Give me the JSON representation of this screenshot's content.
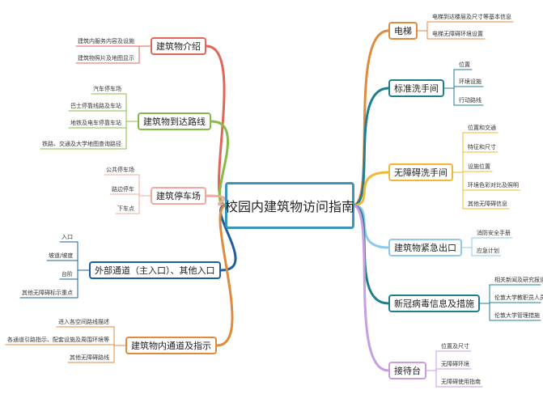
{
  "center": "校园内建筑物访问指南",
  "left": [
    {
      "label": "建筑物介绍",
      "color": "#e0665a",
      "items": [
        "建筑内服务内容及设施",
        "建筑物照片及地图显示"
      ]
    },
    {
      "label": "建筑物到达路线",
      "color": "#86bc45",
      "items": [
        "汽车停车场",
        "巴士停靠线路及车站",
        "地铁及电车停靠车站",
        "铁路、交通及大学地图查询路径"
      ]
    },
    {
      "label": "建筑停车场",
      "color": "#f4a9a0",
      "items": [
        "公共停车场",
        "路边停车",
        "下车点"
      ]
    },
    {
      "label": "外部通道（主入口）、其他入口",
      "color": "#1e5e9e",
      "items": [
        "入口",
        "坡道/坡度",
        "台阶",
        "其他无障碍标示重点"
      ]
    },
    {
      "label": "建筑物内通道及指示",
      "color": "#e08a3c",
      "items": [
        "进入各空间路线描述",
        "各通道引路指示、配套设施及周围环境等",
        "其他无障碍路线"
      ]
    }
  ],
  "right": [
    {
      "label": "电梯",
      "color": "#e08a3c",
      "items": [
        "电梯到达楼层及尺寸等基本信息",
        "电梯无障碍环境设置"
      ]
    },
    {
      "label": "标准洗手间",
      "color": "#1f7f8f",
      "items": [
        "位置",
        "环境设施",
        "行动路线"
      ]
    },
    {
      "label": "无障碍洗手间",
      "color": "#f2b733",
      "items": [
        "位置和交通",
        "特征和尺寸",
        "设施位置",
        "环境色彩对比及照明",
        "其他无障碍信息"
      ]
    },
    {
      "label": "建筑物紧急出口",
      "color": "#8fc8ec",
      "items": [
        "消防安全手册",
        "应急计划"
      ]
    },
    {
      "label": "新冠病毒信息及措施",
      "color": "#1f7f8f",
      "items": [
        "相关新闻及研究报道",
        "伦敦大学教职员人员须知",
        "伦敦大学管理措施"
      ]
    },
    {
      "label": "接待台",
      "color": "#c99ee0",
      "items": [
        "位置及尺寸",
        "无障碍环境",
        "无障碍使用指南"
      ]
    }
  ]
}
